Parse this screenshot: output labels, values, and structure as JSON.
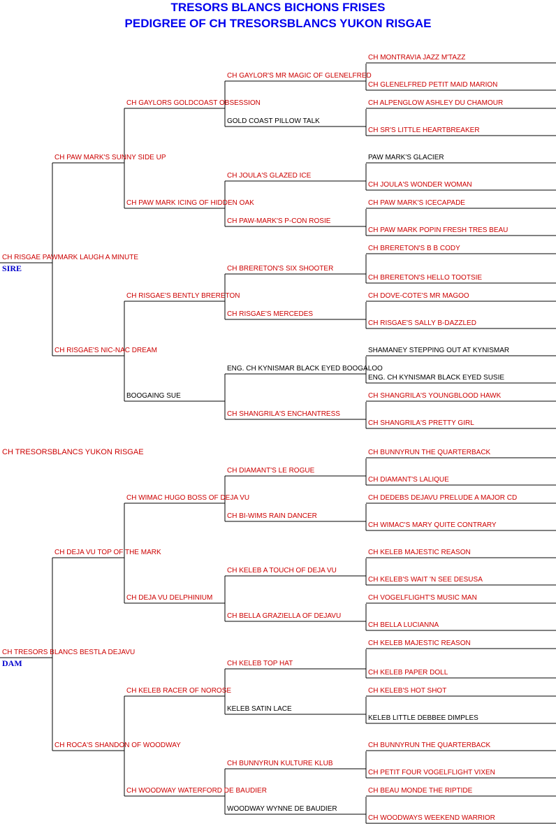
{
  "header": {
    "title": "TRESORS BLANCS BICHONS FRISES",
    "subtitle": "PEDIGREE OF CH TRESORSBLANCS YUKON RISGAE"
  },
  "subject": "CH TRESORSBLANCS YUKON RISGAE",
  "roles": {
    "sire": "SIRE",
    "dam": "DAM"
  },
  "colors": {
    "champion": "#cc0000",
    "non_champion": "#000000",
    "heading": "#0000ee"
  },
  "sire_side": {
    "gen1": {
      "name": "CH RISGAE PAWMARK LAUGH A MINUTE",
      "champion": true
    },
    "gen2": [
      {
        "name": "CH PAW MARK'S SUNNY SIDE UP",
        "champion": true
      },
      {
        "name": "CH RISGAE'S NIC-NAC DREAM",
        "champion": true
      }
    ],
    "gen3": [
      {
        "name": "CH GAYLORS GOLDCOAST OBSESSION",
        "champion": true
      },
      {
        "name": "CH PAW MARK ICING OF HIDDEN OAK",
        "champion": true
      },
      {
        "name": "CH RISGAE'S BENTLY BRERETON",
        "champion": true
      },
      {
        "name": "BOOGAING SUE",
        "champion": false
      }
    ],
    "gen4": [
      {
        "name": "CH GAYLOR'S MR MAGIC OF GLENELFRED",
        "champion": true
      },
      {
        "name": "GOLD COAST PILLOW TALK",
        "champion": false
      },
      {
        "name": "CH JOULA'S GLAZED ICE",
        "champion": true
      },
      {
        "name": "CH PAW-MARK'S P-CON ROSIE",
        "champion": true
      },
      {
        "name": "CH BRERETON'S SIX SHOOTER",
        "champion": true
      },
      {
        "name": "CH RISGAE'S MERCEDES",
        "champion": true
      },
      {
        "name": "ENG. CH KYNISMAR BLACK EYED BOOGALOO",
        "champion": false
      },
      {
        "name": "CH SHANGRILA'S ENCHANTRESS",
        "champion": true
      }
    ],
    "gen5": [
      {
        "name": "CH MONTRAVIA JAZZ M'TAZZ",
        "champion": true
      },
      {
        "name": "CH GLENELFRED PETIT MAID MARION",
        "champion": true
      },
      {
        "name": "CH ALPENGLOW ASHLEY DU CHAMOUR",
        "champion": true
      },
      {
        "name": "CH SR'S LITTLE HEARTBREAKER",
        "champion": true
      },
      {
        "name": "PAW MARK'S GLACIER",
        "champion": false
      },
      {
        "name": "CH JOULA'S WONDER WOMAN",
        "champion": true
      },
      {
        "name": "CH PAW MARK'S ICECAPADE",
        "champion": true
      },
      {
        "name": "CH PAW MARK POPIN FRESH TRES BEAU",
        "champion": true
      },
      {
        "name": "CH BRERETON'S B B CODY",
        "champion": true
      },
      {
        "name": "CH BRERETON'S HELLO TOOTSIE",
        "champion": true
      },
      {
        "name": "CH DOVE-COTE'S MR MAGOO",
        "champion": true
      },
      {
        "name": "CH RISGAE'S SALLY B-DAZZLED",
        "champion": true
      },
      {
        "name": "SHAMANEY STEPPING OUT AT KYNISMAR",
        "champion": false
      },
      {
        "name": "ENG. CH KYNISMAR BLACK EYED SUSIE",
        "champion": false
      },
      {
        "name": "CH SHANGRILA'S YOUNGBLOOD HAWK",
        "champion": true
      },
      {
        "name": "CH SHANGRILA'S PRETTY GIRL",
        "champion": true
      }
    ]
  },
  "dam_side": {
    "gen1": {
      "name": "CH TRESORS BLANCS BESTLA DEJAVU",
      "champion": true
    },
    "gen2": [
      {
        "name": "CH DEJA VU TOP OF THE MARK",
        "champion": true
      },
      {
        "name": "CH ROCA'S SHANDON OF WOODWAY",
        "champion": true
      }
    ],
    "gen3": [
      {
        "name": "CH WIMAC HUGO BOSS OF DEJA VU",
        "champion": true
      },
      {
        "name": "CH DEJA VU DELPHINIUM",
        "champion": true
      },
      {
        "name": "CH KELEB RACER OF NOROSE",
        "champion": true
      },
      {
        "name": "CH WOODWAY WATERFORD DE BAUDIER",
        "champion": true
      }
    ],
    "gen4": [
      {
        "name": "CH DIAMANT'S LE ROGUE",
        "champion": true
      },
      {
        "name": "CH BI-WIMS RAIN DANCER",
        "champion": true
      },
      {
        "name": "CH KELEB A TOUCH OF DEJA VU",
        "champion": true
      },
      {
        "name": "CH BELLA GRAZIELLA OF DEJAVU",
        "champion": true
      },
      {
        "name": "CH KELEB TOP HAT",
        "champion": true
      },
      {
        "name": "KELEB SATIN LACE",
        "champion": false
      },
      {
        "name": "CH BUNNYRUN KULTURE KLUB",
        "champion": true
      },
      {
        "name": "WOODWAY WYNNE DE BAUDIER",
        "champion": false
      }
    ],
    "gen5": [
      {
        "name": "CH BUNNYRUN THE QUARTERBACK",
        "champion": true
      },
      {
        "name": "CH DIAMANT'S LALIQUE",
        "champion": true
      },
      {
        "name": "CH DEDEBS DEJAVU PRELUDE A MAJOR CD",
        "champion": true
      },
      {
        "name": "CH WIMAC'S MARY QUITE CONTRARY",
        "champion": true
      },
      {
        "name": "CH KELEB MAJESTIC REASON",
        "champion": true
      },
      {
        "name": "CH KELEB'S WAIT 'N SEE DESUSA",
        "champion": true
      },
      {
        "name": "CH VOGELFLIGHT'S MUSIC MAN",
        "champion": true
      },
      {
        "name": "CH BELLA LUCIANNA",
        "champion": true
      },
      {
        "name": "CH KELEB MAJESTIC REASON",
        "champion": true
      },
      {
        "name": "CH KELEB PAPER DOLL",
        "champion": true
      },
      {
        "name": "CH KELEB'S HOT SHOT",
        "champion": true
      },
      {
        "name": "KELEB LITTLE DEBBEE DIMPLES",
        "champion": false
      },
      {
        "name": "CH BUNNYRUN THE QUARTERBACK",
        "champion": true
      },
      {
        "name": "CH PETIT FOUR VOGELFLIGHT VIXEN",
        "champion": true
      },
      {
        "name": "CH BEAU MONDE THE RIPTIDE",
        "champion": true
      },
      {
        "name": "CH WOODWAYS WEEKEND WARRIOR",
        "champion": true
      }
    ]
  }
}
